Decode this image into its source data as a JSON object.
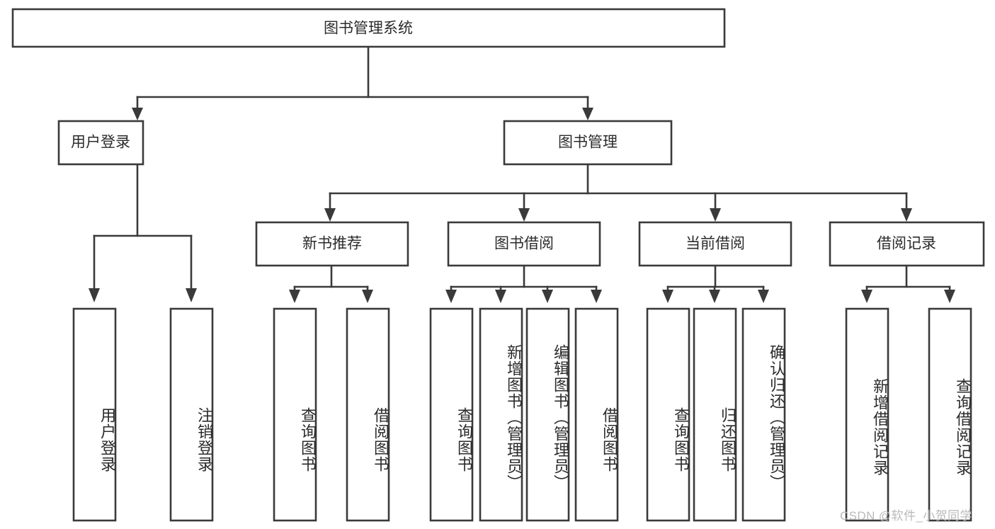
{
  "diagram": {
    "type": "tree",
    "orientation": "top-down",
    "root": {
      "id": "root",
      "label": "图书管理系统",
      "text_orientation": "horizontal"
    },
    "level2": [
      {
        "id": "user-login",
        "label": "用户登录",
        "text_orientation": "horizontal"
      },
      {
        "id": "book-management",
        "label": "图书管理",
        "text_orientation": "horizontal"
      }
    ],
    "level3": [
      {
        "id": "new-book-recommend",
        "label": "新书推荐",
        "parent": "book-management",
        "text_orientation": "horizontal"
      },
      {
        "id": "book-borrow",
        "label": "图书借阅",
        "parent": "book-management",
        "text_orientation": "horizontal"
      },
      {
        "id": "current-borrow",
        "label": "当前借阅",
        "parent": "book-management",
        "text_orientation": "horizontal"
      },
      {
        "id": "borrow-record",
        "label": "借阅记录",
        "parent": "book-management",
        "text_orientation": "horizontal"
      }
    ],
    "leaves": [
      {
        "id": "leaf-user-login",
        "label": "用户登录",
        "parent": "user-login",
        "text_orientation": "vertical"
      },
      {
        "id": "leaf-logout-login",
        "label": "注销登录",
        "parent": "user-login",
        "text_orientation": "vertical"
      },
      {
        "id": "leaf-query-book-1",
        "label": "查询图书",
        "parent": "new-book-recommend",
        "text_orientation": "vertical"
      },
      {
        "id": "leaf-borrow-book-1",
        "label": "借阅图书",
        "parent": "new-book-recommend",
        "text_orientation": "vertical"
      },
      {
        "id": "leaf-query-book-2",
        "label": "查询图书",
        "parent": "book-borrow",
        "text_orientation": "vertical"
      },
      {
        "id": "leaf-add-book",
        "label": "新增图书（管理员）",
        "parent": "book-borrow",
        "text_orientation": "vertical"
      },
      {
        "id": "leaf-edit-book",
        "label": "编辑图书（管理员）",
        "parent": "book-borrow",
        "text_orientation": "vertical"
      },
      {
        "id": "leaf-borrow-book-2",
        "label": "借阅图书",
        "parent": "book-borrow",
        "text_orientation": "vertical"
      },
      {
        "id": "leaf-query-book-3",
        "label": "查询图书",
        "parent": "current-borrow",
        "text_orientation": "vertical"
      },
      {
        "id": "leaf-return-book",
        "label": "归还图书",
        "parent": "current-borrow",
        "text_orientation": "vertical"
      },
      {
        "id": "leaf-confirm-return",
        "label": "确认归还（管理员）",
        "parent": "current-borrow",
        "text_orientation": "vertical"
      },
      {
        "id": "leaf-add-record",
        "label": "新增借阅记录",
        "parent": "borrow-record",
        "text_orientation": "vertical"
      },
      {
        "id": "leaf-query-record",
        "label": "查询借阅记录",
        "parent": "borrow-record",
        "text_orientation": "vertical"
      }
    ],
    "colors": {
      "box_stroke": "#3a3a3a",
      "box_fill": "#ffffff",
      "text": "#2b2b2b",
      "background": "#ffffff",
      "watermark": "#b9b9b9"
    }
  },
  "watermark": {
    "text": "CSDN @软件_小贺同学"
  }
}
